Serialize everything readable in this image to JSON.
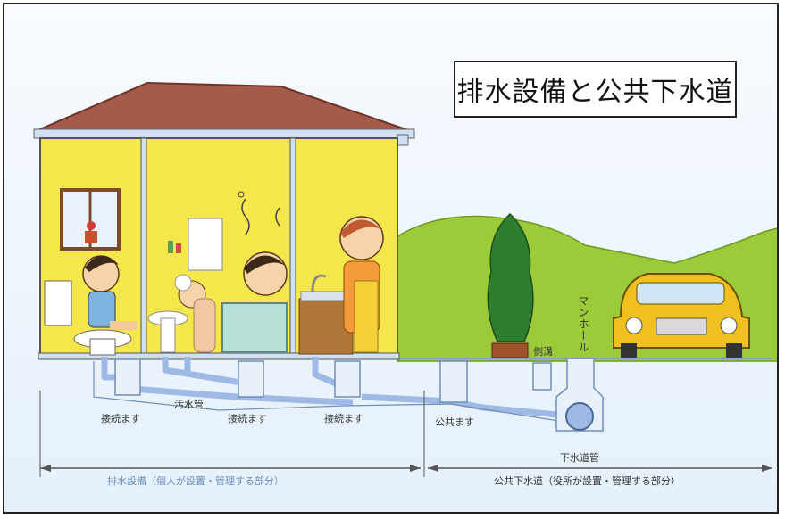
{
  "title": "排水設備と公共下水道",
  "labels": {
    "connect_1": "接続ます",
    "connect_2": "接続ます",
    "connect_3": "接続ます",
    "sewage_pipe": "汚水管",
    "public_basin": "公共ます",
    "side_ditch": "側溝",
    "manhole": "マンホール",
    "sewer_main": "下水道管",
    "private_section": "排水設備（個人が設置・管理する部分）",
    "public_section": "公共下水道（役所が設置・管理する部分）"
  },
  "colors": {
    "wall": "#f5e64c",
    "roof": "#a65a4a",
    "pipe": "#9fb9e6",
    "hill": "#9ccb3a",
    "car": "#f0c020",
    "tree": "#2f7d2f"
  }
}
